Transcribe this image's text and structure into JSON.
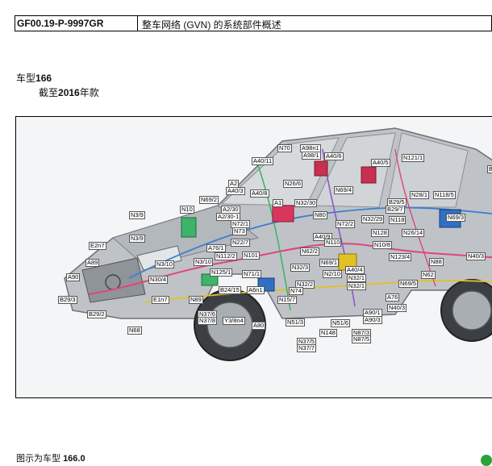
{
  "header": {
    "doc_code": "GF00.19-P-9997GR",
    "doc_title": "整车网络 (GVN) 的系统部件概述"
  },
  "model": {
    "prefix": "车型",
    "number": "166"
  },
  "model_year": {
    "prefix": "截至",
    "year": "2016",
    "suffix": "年款"
  },
  "figure": {
    "callouts": [
      "N70",
      "A98n1",
      "A98/1",
      "A40/6",
      "A40/11",
      "A40/5",
      "N121/1",
      "N26/6",
      "A2",
      "A40/3",
      "A40/8",
      "N69/4",
      "N28/1",
      "N118/5",
      "N69/2",
      "A1",
      "N32/30",
      "B29/5",
      "B29/7",
      "N10",
      "N3/9",
      "A2/30",
      "A2/30-1",
      "N80",
      "N72/1",
      "N32/29",
      "N118",
      "N69/3",
      "N73",
      "N72/2",
      "N26/14",
      "N3/9",
      "N22/7",
      "A40/9",
      "N128",
      "E2n7",
      "A76/1",
      "N110",
      "N10/8",
      "N40/3",
      "N112/2",
      "N101",
      "N62/2",
      "N123/4",
      "N88",
      "A89",
      "N3/10",
      "N3/10",
      "N125/1",
      "N71/1",
      "N69/1",
      "A40/4",
      "N62",
      "A90",
      "N30/4",
      "N32/3",
      "N2/10",
      "N32/1",
      "N32/2",
      "N69/5",
      "N32/1",
      "B24/15",
      "A6n1",
      "N74",
      "E1n7",
      "N89",
      "N15/7",
      "A76",
      "B29/3",
      "N37/6",
      "N37/8",
      "N40/3",
      "N51/3",
      "A90/1",
      "B29/2",
      "Y3/8n4",
      "A80",
      "N51/6",
      "A90/3",
      "N148",
      "N68",
      "N87/3",
      "N87/5",
      "N37/5",
      "N37/7",
      "B"
    ]
  },
  "caption": {
    "prefix": "图示为车型",
    "number": "166.0"
  }
}
